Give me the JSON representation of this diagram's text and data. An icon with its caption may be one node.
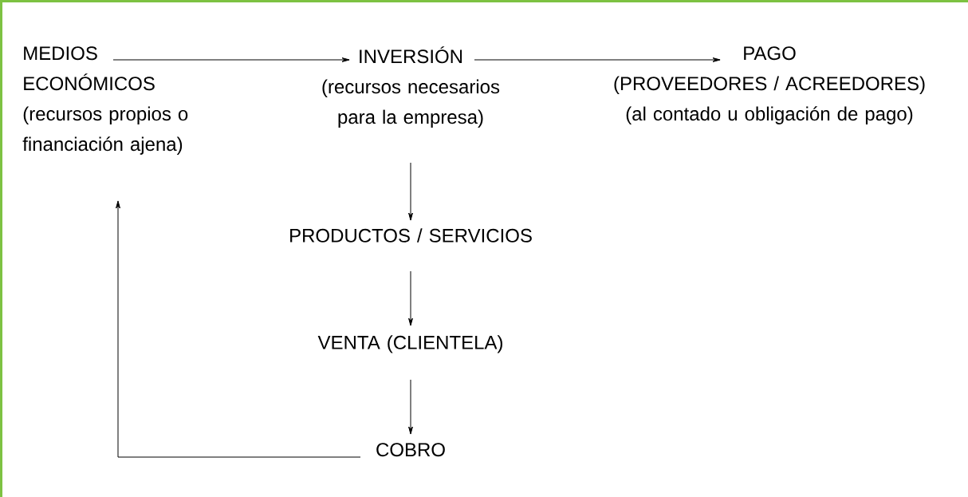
{
  "diagram": {
    "nodes": [
      {
        "text": [
          "MEDIOS ECONÓMICOS",
          "(recursos propios o financiación ajena)"
        ]
      },
      {
        "text": [
          "INVERSIÓN",
          "(recursos necesarios para la empresa)"
        ]
      },
      {
        "text": [
          "PAGO",
          "(PROVEEDORES / ACREEDORES)",
          "(al contado u obligación de pago)"
        ]
      },
      {
        "text": [
          "PRODUCTOS / SERVICIOS"
        ]
      },
      {
        "text": [
          "VENTA (CLIENTELA)"
        ]
      },
      {
        "text": [
          "COBRO"
        ]
      }
    ],
    "edges": [
      {
        "from": 0,
        "to": 1,
        "arrow": "to"
      },
      {
        "from": 1,
        "to": 2,
        "arrow": "to"
      },
      {
        "from": 1,
        "to": 3,
        "arrow": "to"
      },
      {
        "from": 3,
        "to": 4,
        "arrow": "to"
      },
      {
        "from": 4,
        "to": 5,
        "arrow": "to"
      },
      {
        "from": 5,
        "to": 0,
        "arrow": "to"
      }
    ]
  }
}
